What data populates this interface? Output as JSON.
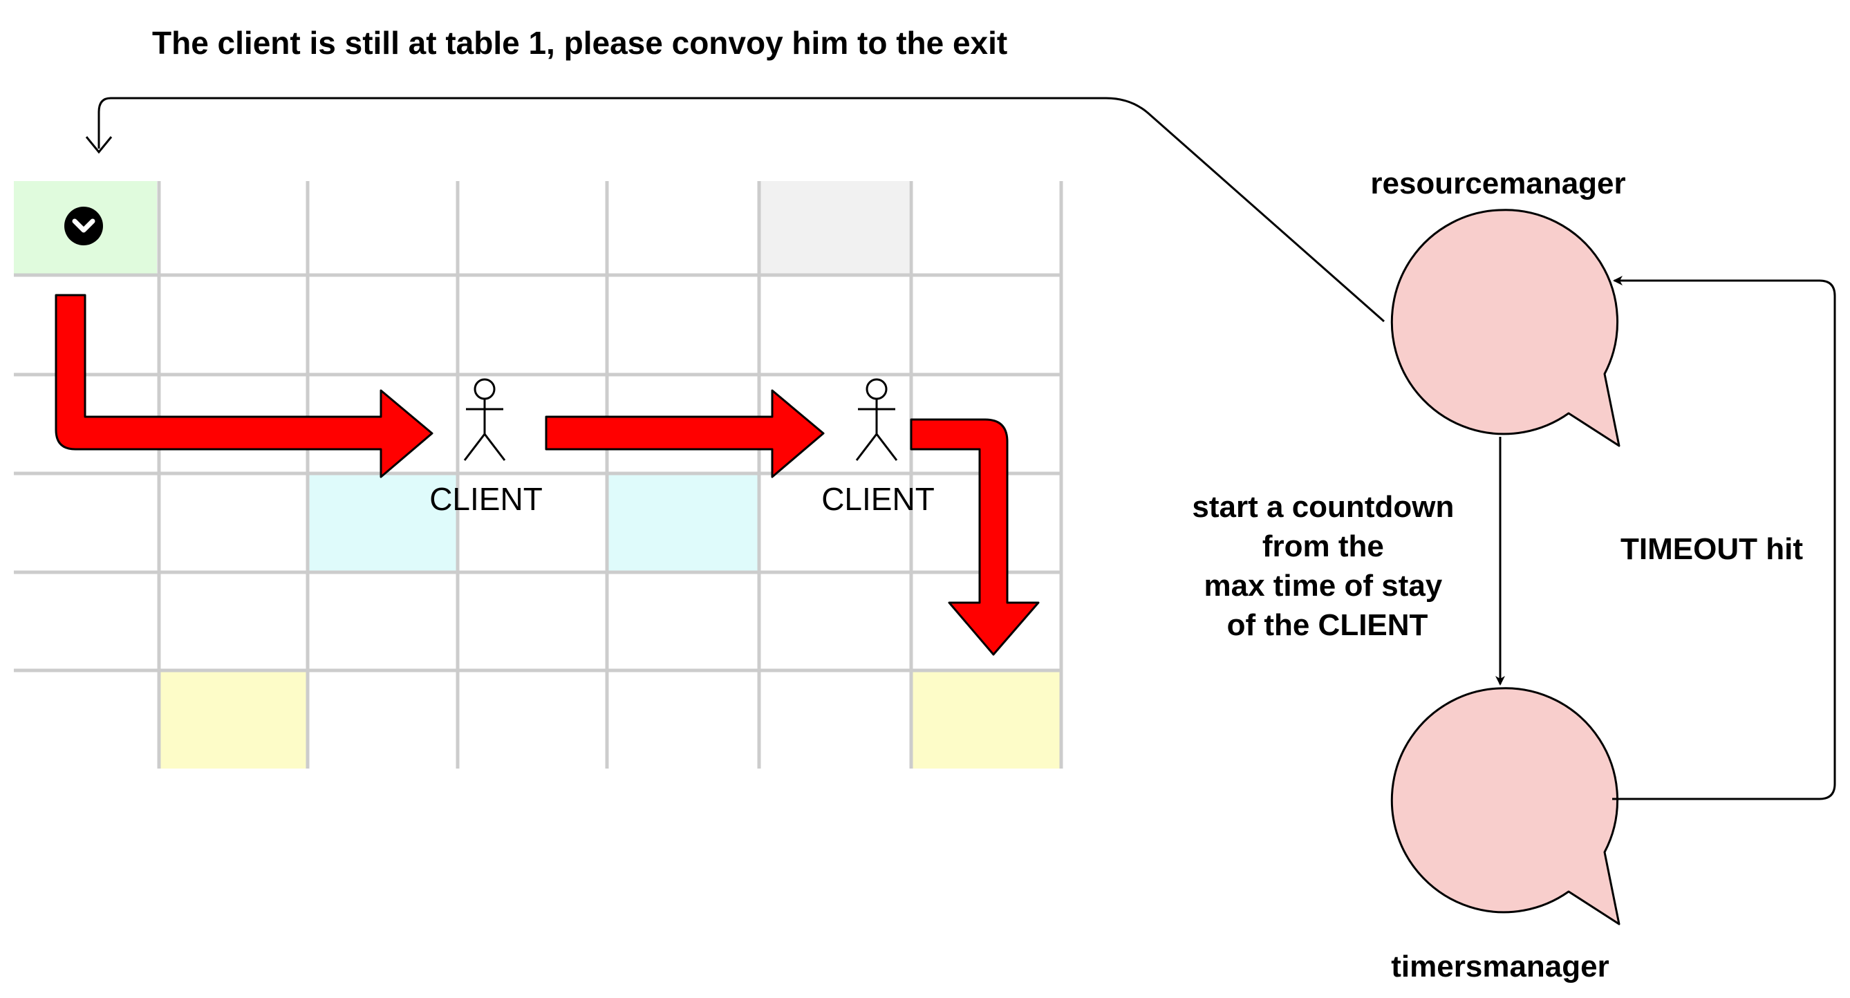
{
  "top_message": "The client is still at table 1, please convoy him to the exit",
  "actors": [
    {
      "label": "CLIENT"
    },
    {
      "label": "CLIENT"
    }
  ],
  "nodes": {
    "resource_manager": {
      "label": "resourcemanager"
    },
    "timers_manager": {
      "label": "timersmanager"
    }
  },
  "edge_labels": {
    "countdown": [
      "start a countdown",
      "from the",
      "max time of stay",
      "of the CLIENT"
    ],
    "timeout": "TIMEOUT hit"
  },
  "colors": {
    "arrow_fill": "#ff0000",
    "node_fill": "#f8cecc",
    "entry_cell": "#e0fbdd",
    "table_cell": "#dffbfb",
    "exit_cell": "#fdfcc8",
    "blocked_cell": "#f1f1f1",
    "grid_line": "#cccccc"
  },
  "icons": {
    "entry": "chevron-down-circle-icon",
    "person": "stick-figure-icon"
  }
}
